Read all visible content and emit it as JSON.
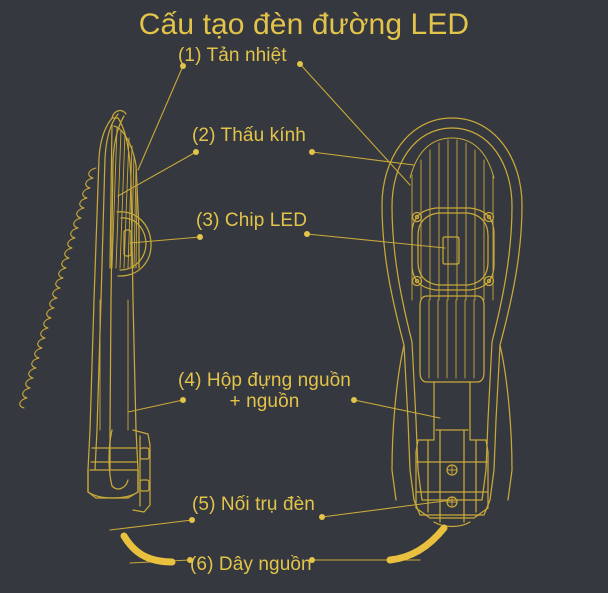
{
  "title": "Cấu tạo đèn đường LED",
  "colors": {
    "background": "#35383e",
    "line": "#c9a93a",
    "line_bright": "#e3c44a",
    "text": "#e3c44a",
    "cable": "#e9c13f"
  },
  "labels": {
    "item1": "(1) Tản nhiệt",
    "item2": "(2) Thấu kính",
    "item3": "(3) Chip LED",
    "item4_line1": "(4) Hộp đựng nguồn",
    "item4_line2": "+ nguồn",
    "item5": "(5) Nối trụ đèn",
    "item6": "(6) Dây nguồn"
  },
  "figures": {
    "left_view": "side-view-led-street-lamp",
    "right_view": "top-view-led-street-lamp"
  }
}
